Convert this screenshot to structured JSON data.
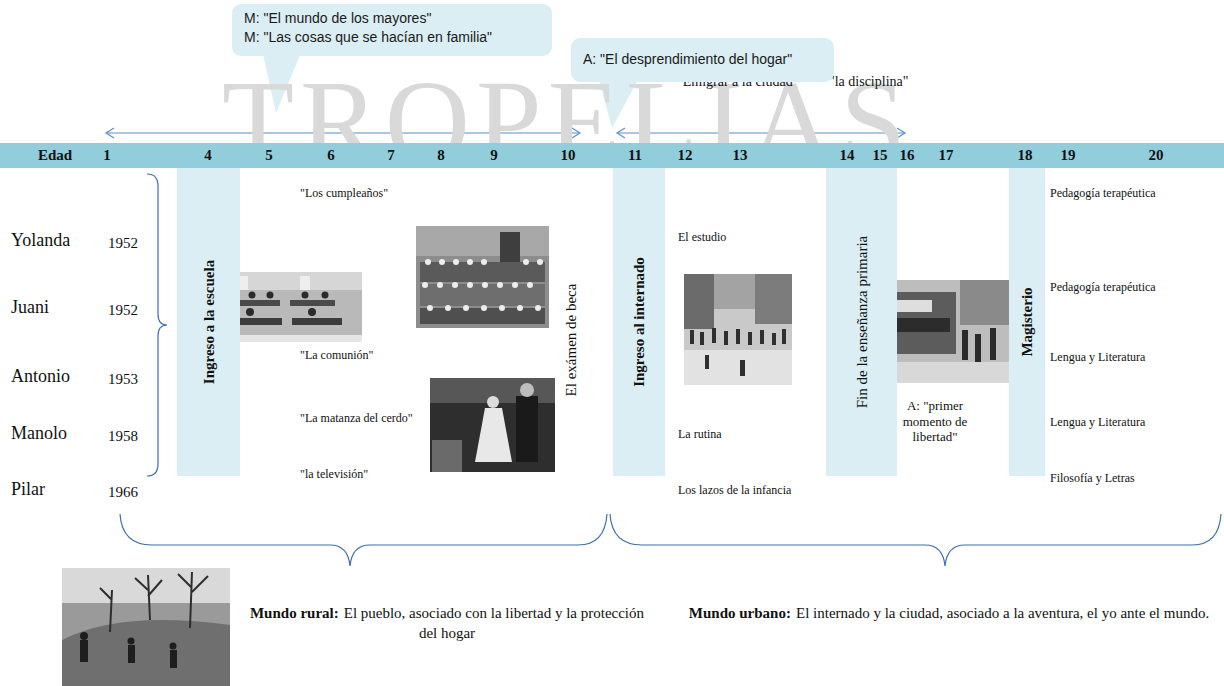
{
  "diagram": {
    "nodes": [
      {
        "text": [
          "M: \"El mundo de los mayores\"",
          "M: \"Las cosas que se hacían en familia\""
        ]
      },
      {
        "text": [
          "A: \"El desprendimiento del hogar\""
        ]
      },
      {
        "text": [
          "Edad",
          "1",
          "4",
          "5",
          "6",
          "7",
          "8",
          "9",
          "10",
          "11",
          "12",
          "13",
          "14",
          "15",
          "16",
          "17",
          "18",
          "19",
          "20"
        ]
      },
      {
        "text": [
          "Ingreso a la escuela"
        ]
      },
      {
        "text": [
          "Ingreso al internado"
        ]
      },
      {
        "text": [
          "Fin de la enseñanza primaria"
        ]
      },
      {
        "text": [
          "Magisterio"
        ]
      }
    ],
    "labels": [
      "TROPELÍAS",
      "\"Emigrar a la ciudad\"",
      "\"la disciplina\"",
      "Yolanda",
      "1952",
      "Juani",
      "1952",
      "Antonio",
      "1953",
      "Manolo",
      "1958",
      "Pilar",
      "1966",
      "\"Los cumpleaños\"",
      "\"La comunión\"",
      "\"La matanza del cerdo\"",
      "\"la televisión\"",
      "El exámen de beca",
      "El estudio",
      "La rutina",
      "Los lazos de la infancia",
      "A: \"primer momento de libertad\"",
      "Pedagogía terapéutica",
      "Pedagogía terapéutica",
      "Lengua y Literatura",
      "Lengua y Literatura",
      "Filosofía y Letras",
      "Mundo rural:",
      "El pueblo, asociado con la libertad y la protección del hogar",
      "Mundo urbano:",
      "El internado y la ciudad, asociado a la aventura, el yo ante el mundo."
    ]
  }
}
